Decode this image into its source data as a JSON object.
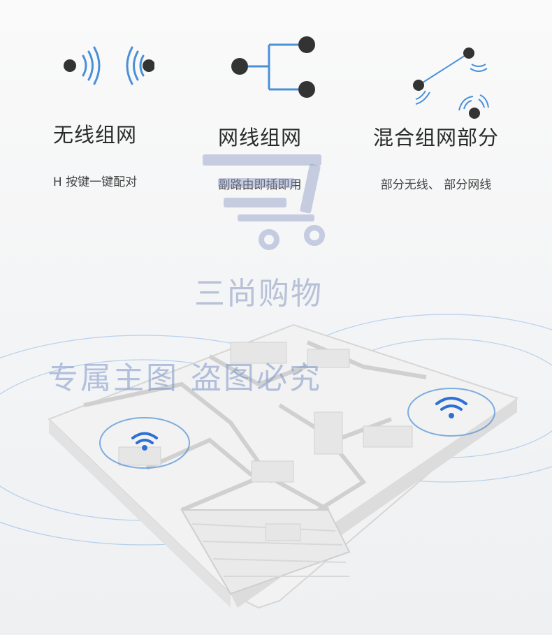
{
  "features": [
    {
      "title": "无线组网",
      "desc": "H 按键一键配对",
      "icon": "wireless-pair-icon"
    },
    {
      "title": "网线组网",
      "desc": "副路由即插即用",
      "icon": "wired-branch-icon"
    },
    {
      "title": "混合组网部分",
      "desc": "部分无线、 部分网线",
      "icon": "hybrid-network-icon"
    }
  ],
  "watermark": {
    "brand": "三尚购物",
    "notice": "专属主图   盗图必究"
  },
  "colors": {
    "accent": "#4a90d9",
    "node": "#333333"
  },
  "illustration": {
    "icon": "wifi-coverage-floorplan"
  }
}
